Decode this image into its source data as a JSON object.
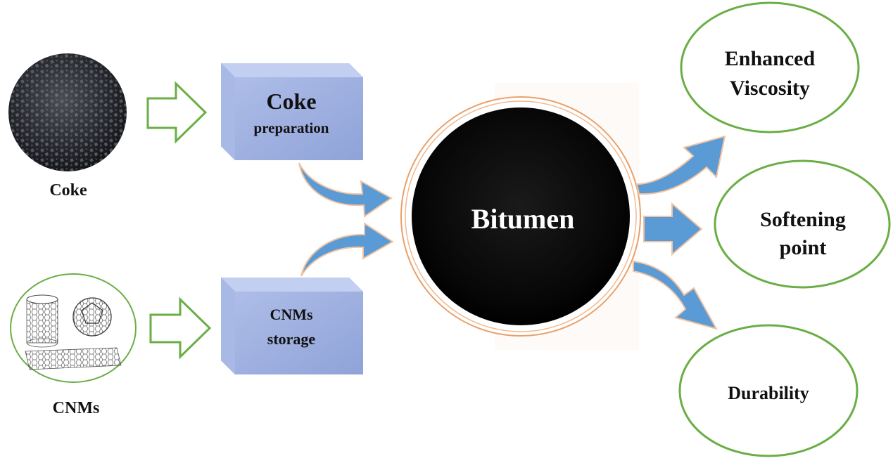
{
  "sources": {
    "coke": {
      "label": "Coke"
    },
    "cnms": {
      "label": "CNMs"
    }
  },
  "process_boxes": {
    "coke_box": {
      "title": "Coke",
      "subtitle": "preparation"
    },
    "cnms_box": {
      "line1": "CNMs",
      "line2": "storage"
    }
  },
  "center": {
    "label": "Bitumen"
  },
  "outcomes": {
    "viscosity": {
      "line1": "Enhanced",
      "line2": "Viscosity"
    },
    "softening": {
      "line1": "Softening",
      "line2": "point"
    },
    "durability": {
      "line1": "Durability"
    }
  },
  "colors": {
    "outline_arrow_green": "#6aae45",
    "flow_arrow_blue": "#5a9bd5",
    "box_fill": "#9fb2e2",
    "center_ring": "#e9a06a",
    "outcome_circle_green": "#6aae45"
  }
}
